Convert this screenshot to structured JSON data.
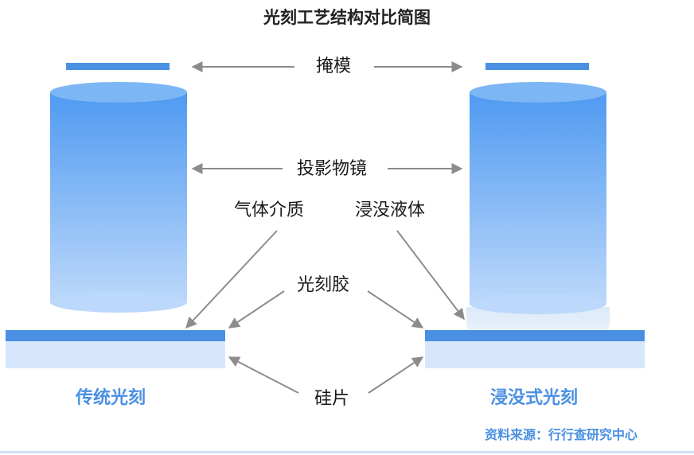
{
  "title": "光刻工艺结构对比简图",
  "labels": {
    "mask": "掩模",
    "lens": "投影物镜",
    "gas": "气体介质",
    "liquid": "浸没液体",
    "photoresist": "光刻胶",
    "wafer": "硅片"
  },
  "captions": {
    "traditional": "传统光刻",
    "immersion": "浸没式光刻"
  },
  "source": "资料来源：行行查研究中心",
  "colors": {
    "accent": "#4a90e2",
    "lens_top": "#79b3f3",
    "lens_body_top": "#4f9af1",
    "lens_body_bottom": "#b8d6fa",
    "resist": "#4a90e2",
    "wafer": "#d6e7fb",
    "liquid": "#dbe9f8",
    "arrow": "#8c8c8c"
  }
}
